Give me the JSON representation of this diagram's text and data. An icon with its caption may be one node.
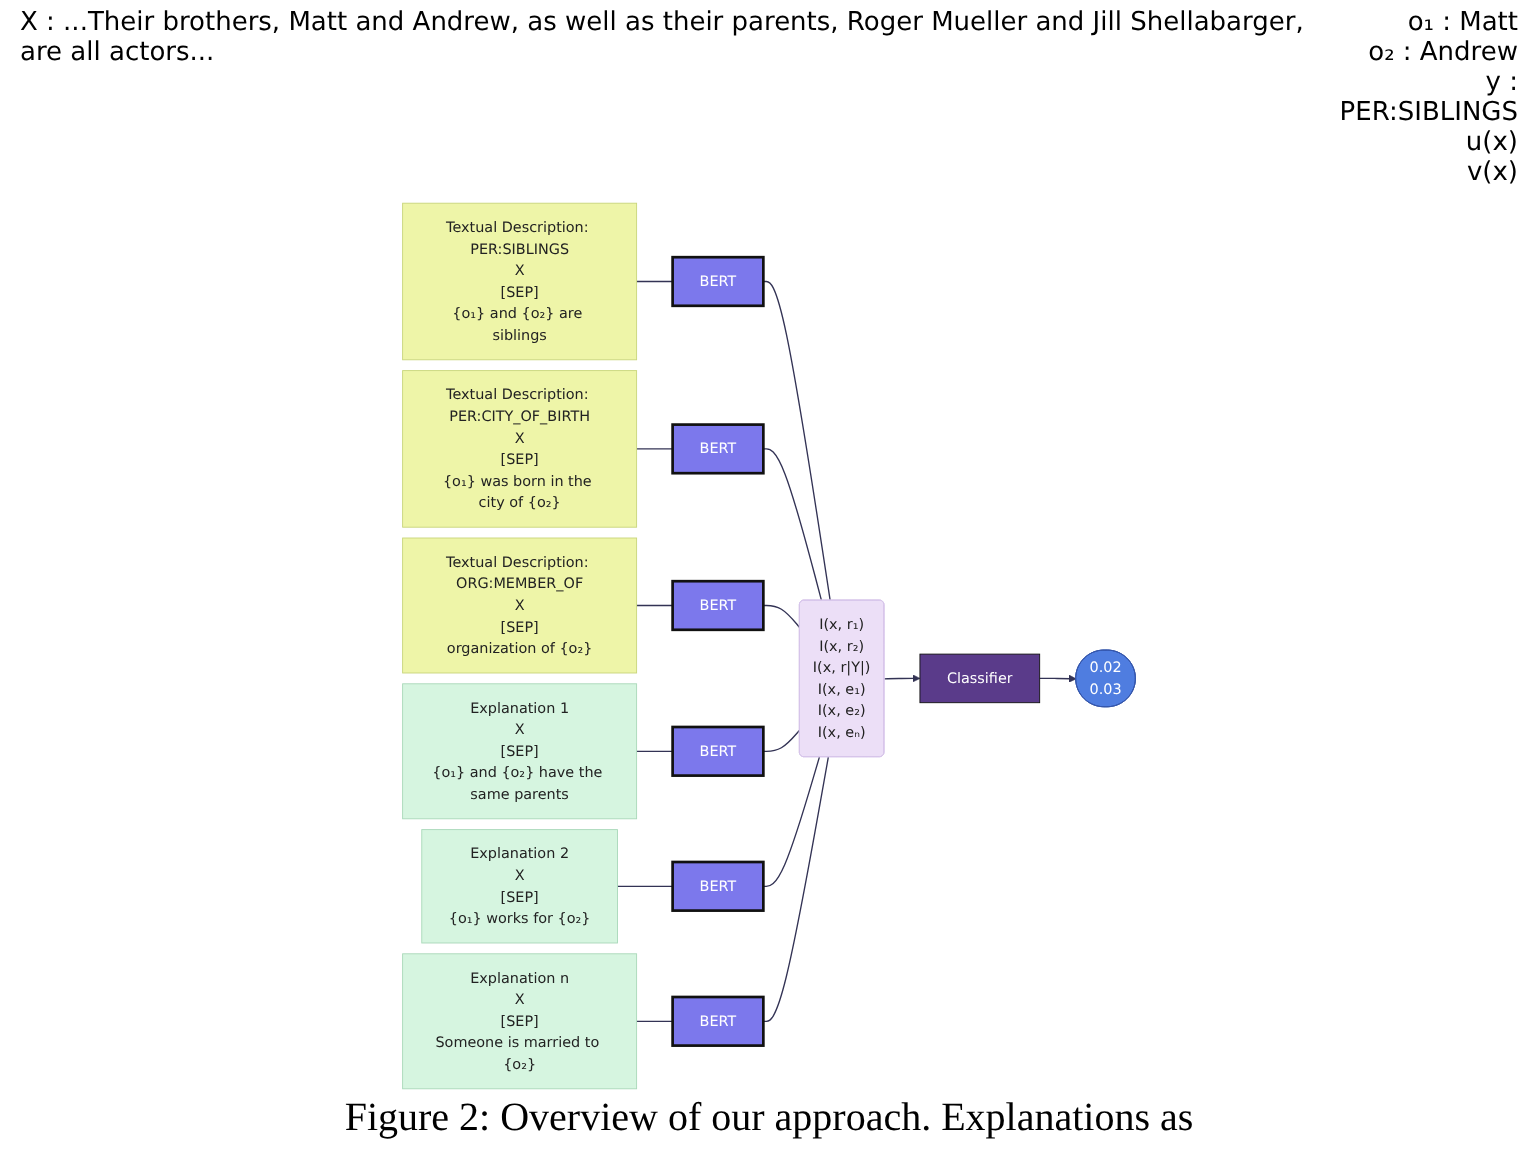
{
  "diagram": {
    "caption": "Figure 2: Overview of our approach. Explanations as",
    "nodes": [
      {
        "text": [
          "Textual Description: PER:SIBLINGS",
          "X",
          "[SEP]",
          "{o₁} and {o₂} are siblings"
        ]
      },
      {
        "text": [
          "BERT"
        ]
      },
      {
        "text": [
          "Textual Description: PER:CITY_OF_BIRTH",
          "X",
          "[SEP]",
          "{o₁} was born in the city of {o₂}"
        ]
      },
      {
        "text": [
          "BERT"
        ]
      },
      {
        "text": [
          "Textual Description: ORG:MEMBER_OF",
          "X",
          "[SEP]",
          "organization of {o₂}"
        ]
      },
      {
        "text": [
          "BERT"
        ]
      },
      {
        "text": [
          "Explanation 1",
          "X",
          "[SEP]",
          "{o₁} and {o₂} have the same parents"
        ]
      },
      {
        "text": [
          "BERT"
        ]
      },
      {
        "text": [
          "Explanation 2",
          "X",
          "[SEP]",
          "{o₁} works for {o₂}"
        ]
      },
      {
        "text": [
          "BERT"
        ]
      },
      {
        "text": [
          "Explanation n",
          "X",
          "[SEP]",
          "Someone is married to {o₂}"
        ]
      },
      {
        "text": [
          "BERT"
        ]
      },
      {
        "text": [
          "I(x, r₁)",
          "I(x, r₂)",
          "I(x, r|Y|)",
          "I(x, e₁)",
          "I(x, e₂)",
          "I(x, eₙ)"
        ]
      },
      {
        "text": [
          "Classifier"
        ]
      },
      {
        "text": [
          "0.02",
          "0.03"
        ]
      }
    ],
    "edges": [
      {
        "from": 0,
        "to": 1,
        "arrow": "none"
      },
      {
        "from": 2,
        "to": 3,
        "arrow": "none"
      },
      {
        "from": 4,
        "to": 5,
        "arrow": "none"
      },
      {
        "from": 6,
        "to": 7,
        "arrow": "none"
      },
      {
        "from": 8,
        "to": 9,
        "arrow": "none"
      },
      {
        "from": 10,
        "to": 11,
        "arrow": "none"
      },
      {
        "from": 1,
        "to": 12,
        "arrow": "none"
      },
      {
        "from": 3,
        "to": 12,
        "arrow": "none"
      },
      {
        "from": 5,
        "to": 12,
        "arrow": "none"
      },
      {
        "from": 7,
        "to": 12,
        "arrow": "none"
      },
      {
        "from": 9,
        "to": 12,
        "arrow": "none"
      },
      {
        "from": 11,
        "to": 12,
        "arrow": "none"
      },
      {
        "from": 12,
        "to": 13,
        "arrow": "to"
      },
      {
        "from": 13,
        "to": 14,
        "arrow": "to"
      }
    ],
    "labels": [
      "X : ...Their brothers, Matt and Andrew, as well as their parents, Roger Mueller and Jill Shellabarger, are all actors...",
      "o₁ : Matt",
      "o₂ : Andrew",
      "y : PER:SIBLINGS",
      "u(x)",
      "v(x)"
    ]
  }
}
